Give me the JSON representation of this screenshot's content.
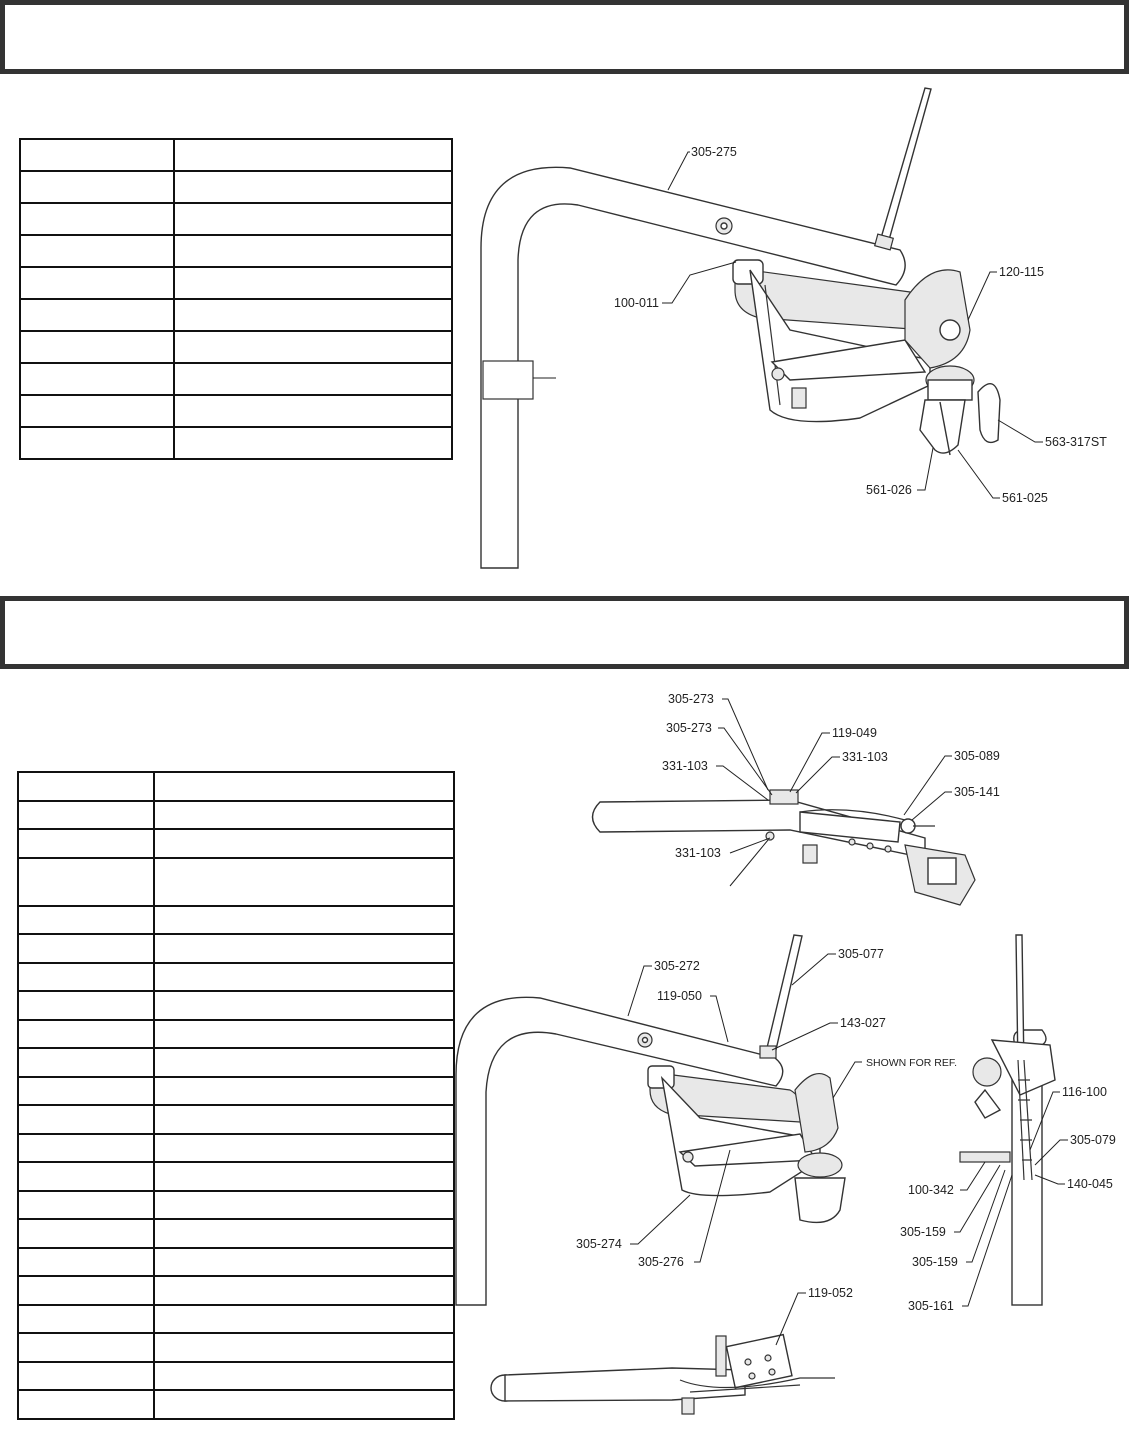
{
  "section1": {
    "title": ""
  },
  "section2": {
    "title": ""
  },
  "table1_rows": [
    [
      "",
      ""
    ],
    [
      "",
      ""
    ],
    [
      "",
      ""
    ],
    [
      "",
      ""
    ],
    [
      "",
      ""
    ],
    [
      "",
      ""
    ],
    [
      "",
      ""
    ],
    [
      "",
      ""
    ],
    [
      "",
      ""
    ],
    [
      "",
      ""
    ]
  ],
  "table2_rows": [
    [
      "",
      ""
    ],
    [
      "",
      ""
    ],
    [
      "",
      ""
    ],
    [
      "",
      ""
    ],
    [
      "",
      ""
    ],
    [
      "",
      ""
    ],
    [
      "",
      ""
    ],
    [
      "",
      ""
    ],
    [
      "",
      ""
    ],
    [
      "",
      ""
    ],
    [
      "",
      ""
    ],
    [
      "",
      ""
    ],
    [
      "",
      ""
    ],
    [
      "",
      ""
    ],
    [
      "",
      ""
    ],
    [
      "",
      ""
    ],
    [
      "",
      ""
    ],
    [
      "",
      ""
    ],
    [
      "",
      ""
    ],
    [
      "",
      ""
    ],
    [
      "",
      ""
    ],
    [
      "",
      ""
    ]
  ],
  "diagram1": {
    "labels": {
      "l_305_275": "305-275",
      "l_120_115": "120-115",
      "l_100_011": "100-011",
      "l_563_317ST": "563-317ST",
      "l_561_026": "561-026",
      "l_561_025": "561-025"
    }
  },
  "diagram2": {
    "labels": {
      "l_305_273a": "305-273",
      "l_305_273b": "305-273",
      "l_119_049": "119-049",
      "l_331_103a": "331-103",
      "l_331_103b": "331-103",
      "l_305_089": "305-089",
      "l_305_141": "305-141",
      "l_331_103c": "331-103",
      "l_305_272": "305-272",
      "l_305_077": "305-077",
      "l_119_050": "119-050",
      "l_143_027": "143-027",
      "l_shown_for_ref": "SHOWN FOR REF.",
      "l_116_100": "116-100",
      "l_305_079": "305-079",
      "l_100_342": "100-342",
      "l_140_045": "140-045",
      "l_305_159a": "305-159",
      "l_305_159b": "305-159",
      "l_305_161": "305-161",
      "l_305_274": "305-274",
      "l_305_276": "305-276",
      "l_119_052": "119-052"
    }
  }
}
